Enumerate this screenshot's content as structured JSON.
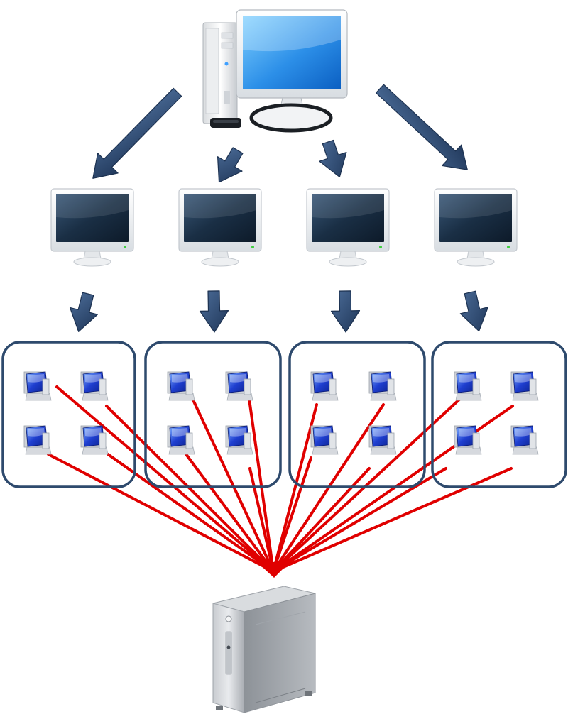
{
  "diagram": {
    "nodes": {
      "master": {
        "icon": "desktop-computer-icon"
      },
      "controllers": [
        {
          "icon": "monitor-icon"
        },
        {
          "icon": "monitor-icon"
        },
        {
          "icon": "monitor-icon"
        },
        {
          "icon": "monitor-icon"
        }
      ],
      "groups": [
        {
          "clients": 4,
          "client_icon": "workstation-icon"
        },
        {
          "clients": 4,
          "client_icon": "workstation-icon"
        },
        {
          "clients": 4,
          "client_icon": "workstation-icon"
        },
        {
          "clients": 4,
          "client_icon": "workstation-icon"
        }
      ],
      "server": {
        "icon": "tower-server-icon"
      }
    },
    "colors": {
      "arrow": "#2d4a73",
      "group_border": "#2e4a6d",
      "connection_line": "#e00000",
      "screen": "#1a2f45",
      "client_screen": "#1f3fd0"
    }
  }
}
